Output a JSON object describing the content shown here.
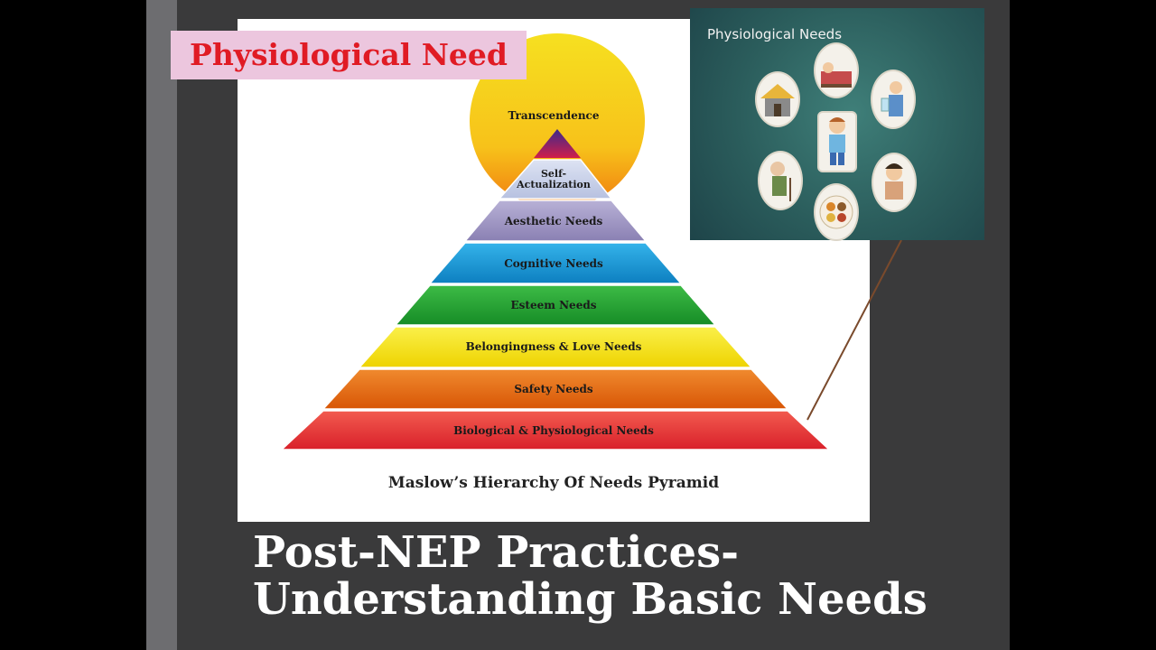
{
  "tag": {
    "text": "Physiological Need"
  },
  "pyramid": {
    "levels": [
      {
        "label": "Biological & Physiological Needs",
        "color": "#e8302f"
      },
      {
        "label": "Safety Needs",
        "color": "#e7650e"
      },
      {
        "label": "Belongingness & Love Needs",
        "color": "#f3e112"
      },
      {
        "label": "Esteem Needs",
        "color": "#24a534"
      },
      {
        "label": "Cognitive Needs",
        "color": "#1596d6"
      },
      {
        "label": "Aesthetic Needs",
        "color": "#9c93c2"
      },
      {
        "label": "Self-",
        "label2": "Actualization",
        "color": "#c4cce6"
      },
      {
        "label": "Transcendence",
        "color": "#f7d324"
      }
    ],
    "caption": "Maslow’s Hierarchy Of Needs Pyramid"
  },
  "inset": {
    "title": "Physiological Needs",
    "icons": [
      "house-icon",
      "sleeping-icon",
      "drinking-icon",
      "boy-icon",
      "elder-icon",
      "food-plate-icon",
      "sick-person-icon"
    ]
  },
  "slide_title": {
    "line1": "Post-NEP Practices-",
    "line2": "Understanding Basic Needs"
  },
  "colors": {
    "slide_bg": "#3a3a3b",
    "tag_bg": "#ecc6de",
    "tag_text": "#e01b24",
    "connector": "#7a4a2c"
  }
}
